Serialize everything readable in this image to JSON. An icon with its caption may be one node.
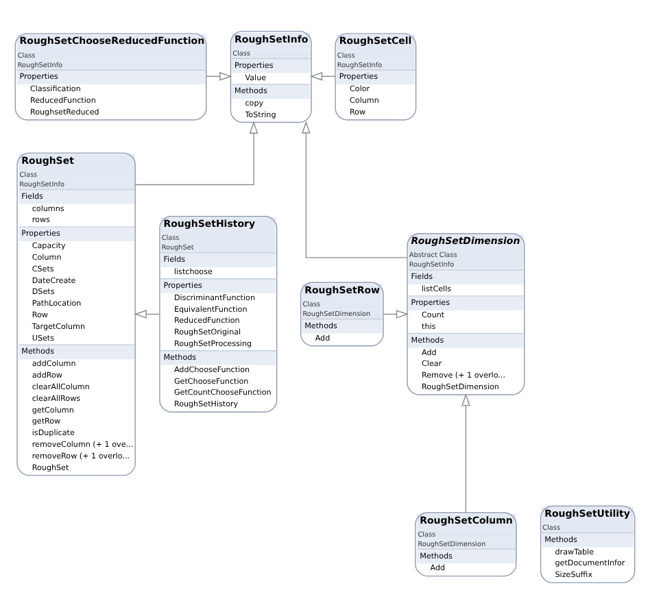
{
  "diagram": {
    "nodes": [
      {
        "text": [
          "RoughSetChooseReducedFunction",
          "Class",
          "RoughSetInfo",
          "Properties",
          "Classification",
          "ReducedFunction",
          "RoughsetReduced"
        ]
      },
      {
        "text": [
          "RoughSetInfo",
          "Class",
          "Properties",
          "Value",
          "Methods",
          "copy",
          "ToString"
        ]
      },
      {
        "text": [
          "RoughSetCell",
          "Class",
          "RoughSetInfo",
          "Properties",
          "Color",
          "Column",
          "Row"
        ]
      },
      {
        "text": [
          "RoughSet",
          "Class",
          "RoughSetInfo",
          "Fields",
          "columns",
          "rows",
          "Properties",
          "Capacity",
          "Column",
          "CSets",
          "DateCreate",
          "DSets",
          "PathLocation",
          "Row",
          "TargetColumn",
          "USets",
          "Methods",
          "addColumn",
          "addRow",
          "clearAllColumn",
          "clearAllRows",
          "getColumn",
          "getRow",
          "isDuplicate",
          "removeColumn (+ 1 ove...",
          "removeRow (+ 1 overlo...",
          "RoughSet"
        ]
      },
      {
        "text": [
          "RoughSetHistory",
          "Class",
          "RoughSet",
          "Fields",
          "listchoose",
          "Properties",
          "DiscriminantFunction",
          "EquivalentFunction",
          "ReducedFunction",
          "RoughSetOriginal",
          "RoughSetProcessing",
          "Methods",
          "AddChooseFunction",
          "GetChooseFunction",
          "GetCountChooseFunction",
          "RoughSetHistory"
        ]
      },
      {
        "text": [
          "RoughSetRow",
          "Class",
          "RoughSetDimension",
          "Methods",
          "Add"
        ]
      },
      {
        "text": [
          "RoughSetDimension",
          "Abstract Class",
          "RoughSetInfo",
          "Fields",
          "listCells",
          "Properties",
          "Count",
          "this",
          "Methods",
          "Add",
          "Clear",
          "Remove (+ 1 overlo...",
          "RoughSetDimension"
        ]
      },
      {
        "text": [
          "RoughSetColumn",
          "Class",
          "RoughSetDimension",
          "Methods",
          "Add"
        ]
      },
      {
        "text": [
          "RoughSetUtility",
          "Class",
          "Methods",
          "drawTable",
          "getDocumentInfor",
          "SizeSuffix"
        ]
      }
    ],
    "edges": [
      {
        "from": 0,
        "to": 1,
        "arrow": "to"
      },
      {
        "from": 2,
        "to": 1,
        "arrow": "to"
      },
      {
        "from": 3,
        "to": 1,
        "arrow": "to"
      },
      {
        "from": 6,
        "to": 1,
        "arrow": "to"
      },
      {
        "from": 4,
        "to": 3,
        "arrow": "to"
      },
      {
        "from": 5,
        "to": 6,
        "arrow": "to"
      },
      {
        "from": 7,
        "to": 6,
        "arrow": "to"
      }
    ]
  }
}
